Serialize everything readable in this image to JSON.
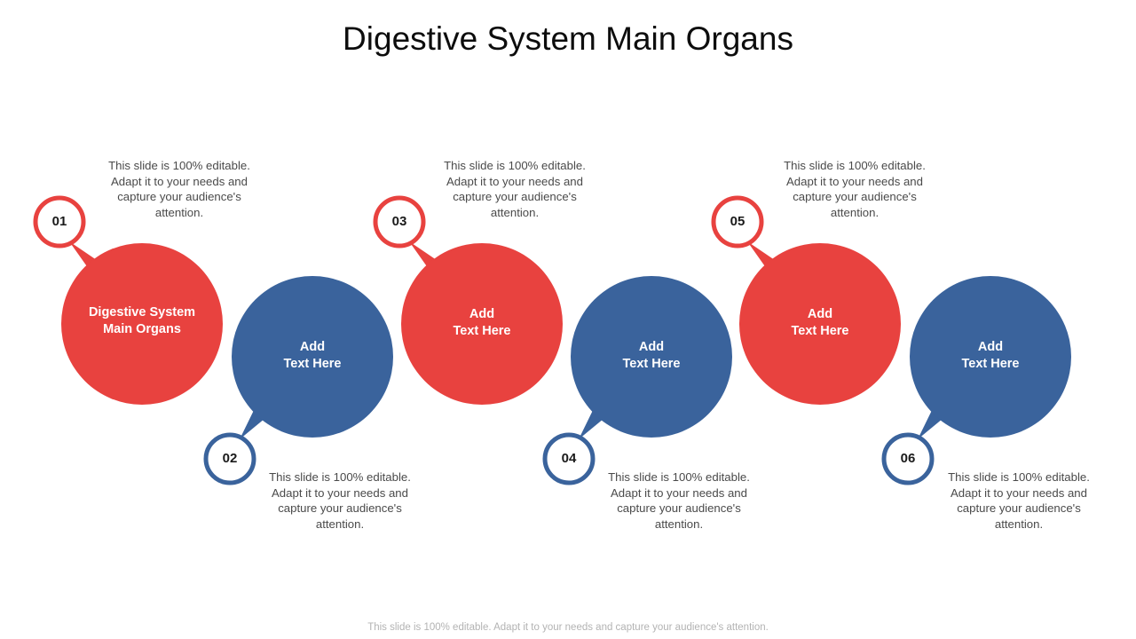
{
  "slide": {
    "title": "Digestive System Main Organs",
    "background": "#FFFFFF",
    "footer_note": "This slide is 100% editable. Adapt it to your needs and capture your audience's attention."
  },
  "colors": {
    "red": "#E8423F",
    "blue": "#3A639C",
    "title_text": "#0D0D0D",
    "body_text": "#4A4A4A",
    "badge_text": "#1A1A1A",
    "node_text": "#FFFFFF",
    "footer_text": "#B3B3B3"
  },
  "nodes": [
    {
      "badge": "01",
      "label": "Digestive System\nMain Organs",
      "color": "#E8423F",
      "position": "top",
      "description": "This slide is 100% editable. Adapt it to your needs and capture your audience's attention."
    },
    {
      "badge": "02",
      "label": "Add\nText Here",
      "color": "#3A639C",
      "position": "bottom",
      "description": "This slide is 100% editable. Adapt it to your needs and capture your audience's attention."
    },
    {
      "badge": "03",
      "label": "Add\nText Here",
      "color": "#E8423F",
      "position": "top",
      "description": "This slide is 100% editable. Adapt it to your needs and capture your audience's attention."
    },
    {
      "badge": "04",
      "label": "Add\nText Here",
      "color": "#3A639C",
      "position": "bottom",
      "description": "This slide is 100% editable. Adapt it to your needs and capture your audience's attention."
    },
    {
      "badge": "05",
      "label": "Add\nText Here",
      "color": "#E8423F",
      "position": "top",
      "description": "This slide is 100% editable. Adapt it to your needs and capture your audience's attention."
    },
    {
      "badge": "06",
      "label": "Add\nText Here",
      "color": "#3A639C",
      "position": "bottom",
      "description": "This slide is 100% editable. Adapt it to your needs and capture your audience's attention."
    }
  ]
}
